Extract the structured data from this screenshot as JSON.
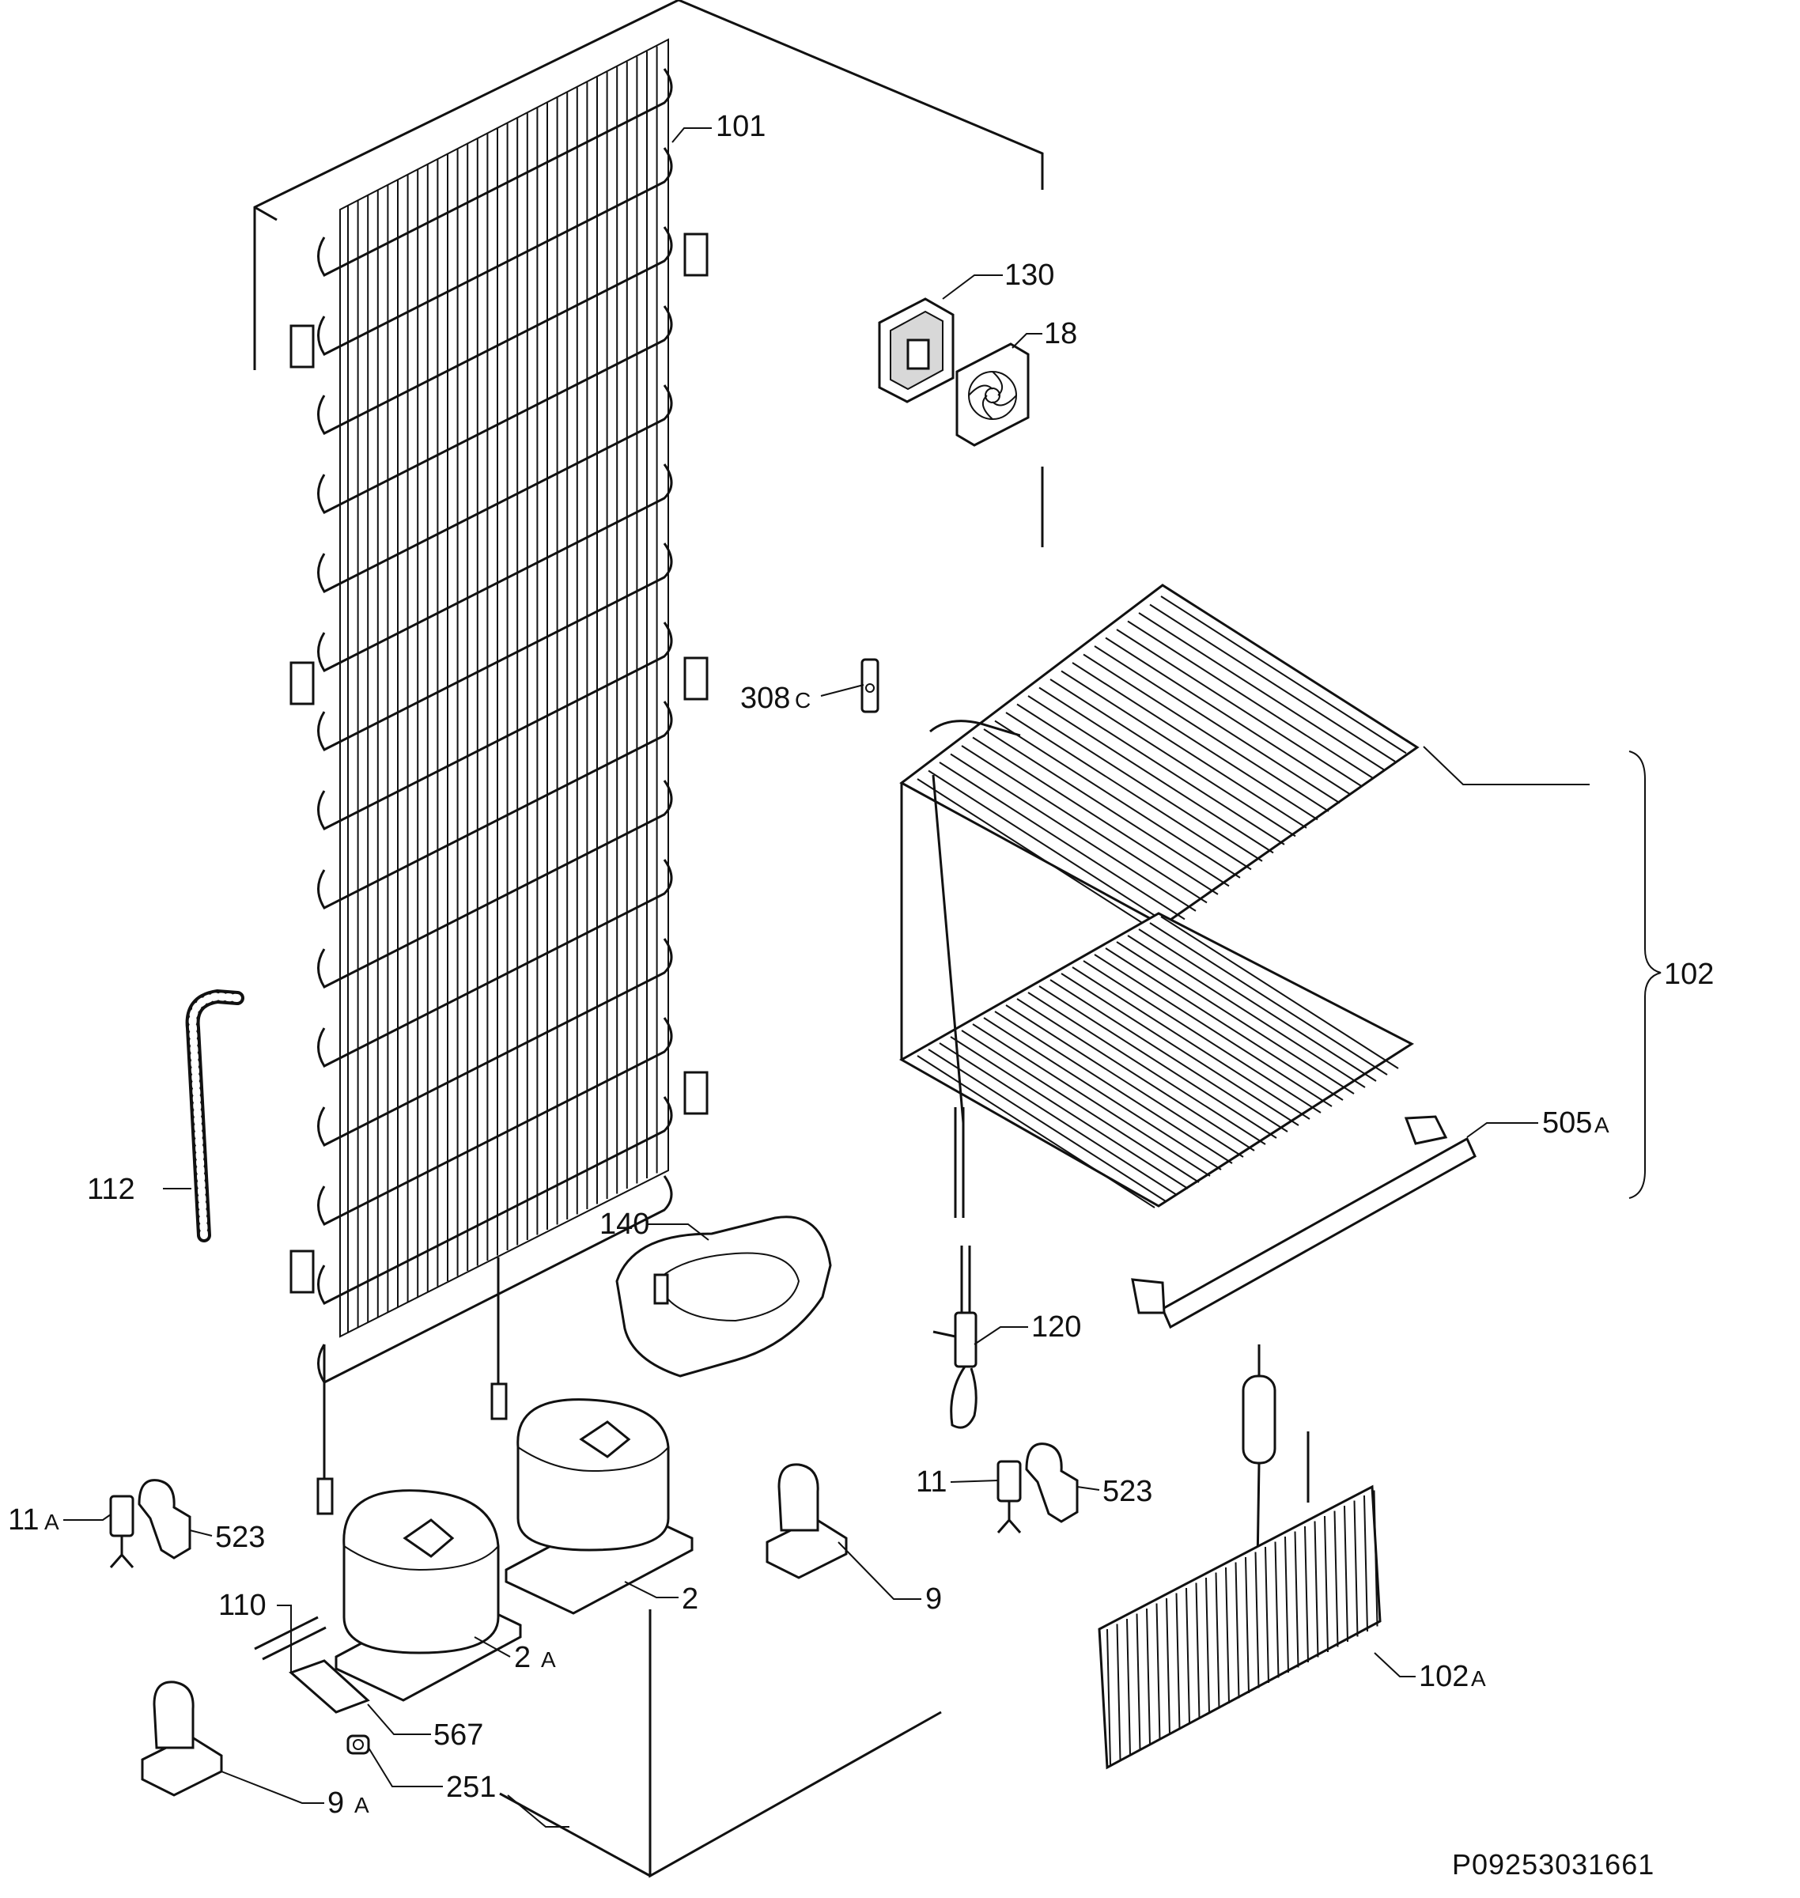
{
  "drawing_code": "P09253031661",
  "labels": {
    "l101": "101",
    "l130": "130",
    "l18": "18",
    "l308": "308",
    "l308s": "C",
    "l102": "102",
    "l505": "505",
    "l505s": "A",
    "l112": "112",
    "l140": "140",
    "l120": "120",
    "l11a": "11",
    "l11as": "A",
    "l523a": "523",
    "l11": "11",
    "l523b": "523",
    "l2": "2",
    "l9": "9",
    "l110": "110",
    "l2a": "2",
    "l2as": "A",
    "l102a": "102",
    "l102as": "A",
    "l567": "567",
    "l251": "251",
    "l9a": "9",
    "l9as": "A"
  },
  "icons": [
    "condenser-coil",
    "fan-icon",
    "fan-cover",
    "thermostat-clip",
    "evaporator-shelf",
    "drain-tube",
    "drip-tray",
    "compressor",
    "relay",
    "mount-bracket",
    "filter-drier",
    "evaporator-coil"
  ]
}
